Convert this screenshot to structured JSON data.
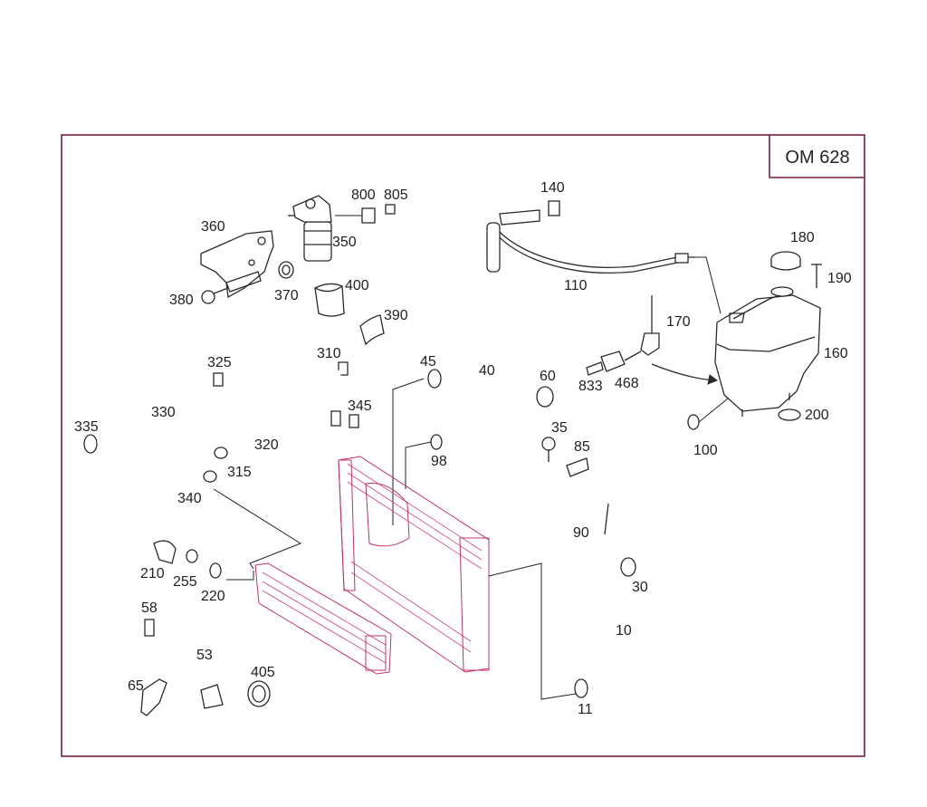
{
  "engine_label": "OM 628",
  "colors": {
    "frame": "#7a1f3d",
    "accent": "#c0306a",
    "line": "#2a2a2a"
  },
  "parts": {
    "p800": "800",
    "p805": "805",
    "p140": "140",
    "p360": "360",
    "p350": "350",
    "p180": "180",
    "p190": "190",
    "p380": "380",
    "p370": "370",
    "p400": "400",
    "p110": "110",
    "p170": "170",
    "p390": "390",
    "p160": "160",
    "p325": "325",
    "p310": "310",
    "p45": "45",
    "p40": "40",
    "p60": "60",
    "p833": "833",
    "p468": "468",
    "p330": "330",
    "p345": "345",
    "p200": "200",
    "p335": "335",
    "p320": "320",
    "p35": "35",
    "p100": "100",
    "p98": "98",
    "p85": "85",
    "p315": "315",
    "p340": "340",
    "p90": "90",
    "p210": "210",
    "p255": "255",
    "p220": "220",
    "p30": "30",
    "p58": "58",
    "p10": "10",
    "p53": "53",
    "p405": "405",
    "p65": "65",
    "p11": "11"
  }
}
